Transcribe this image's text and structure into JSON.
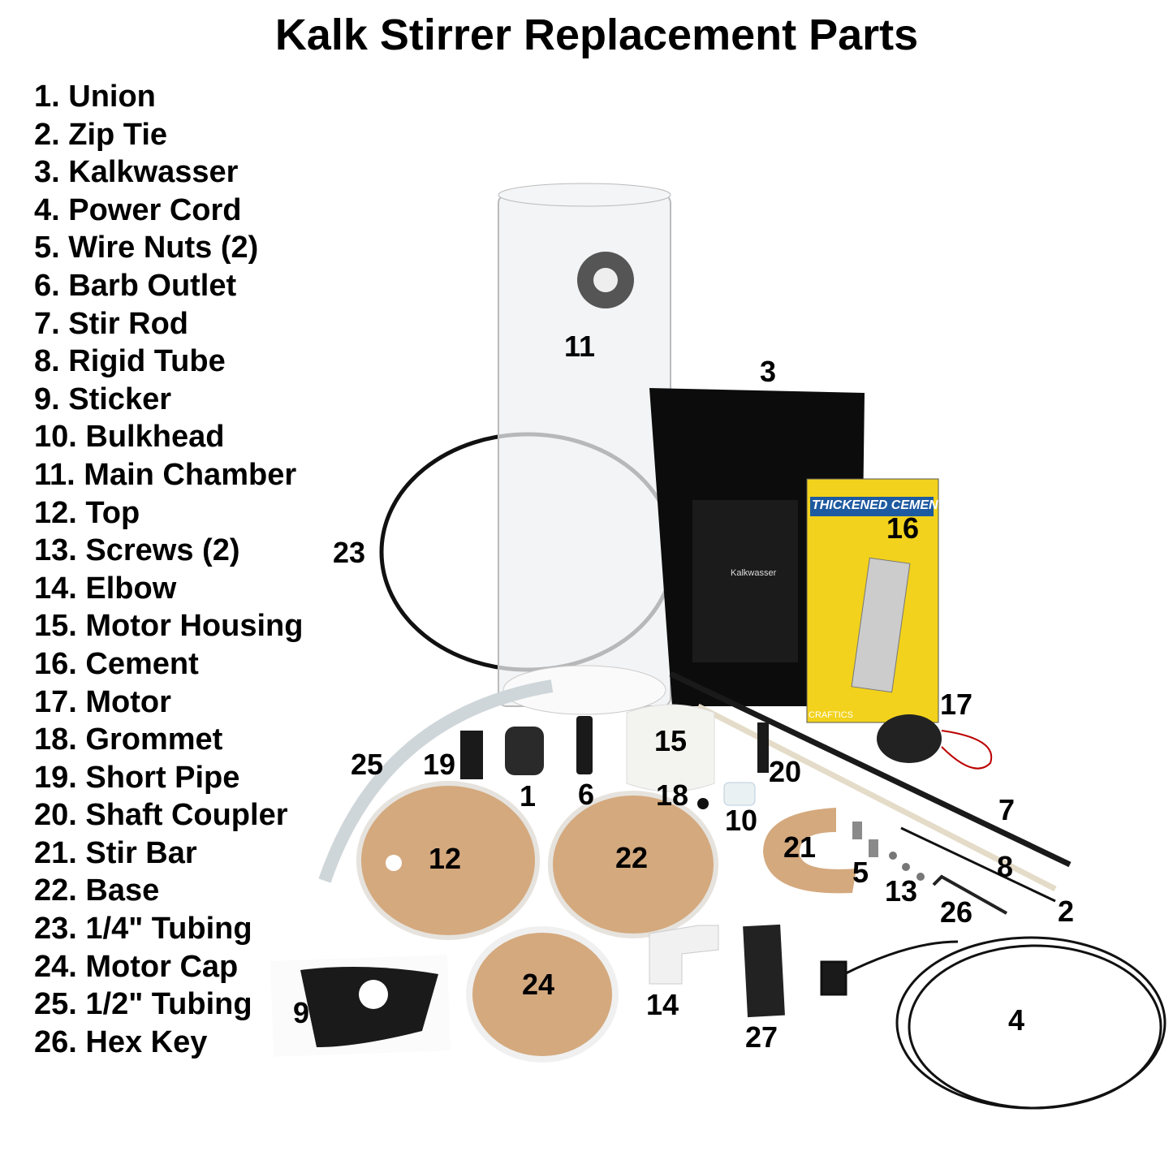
{
  "title": "Kalk Stirrer Replacement Parts",
  "parts": [
    "1. Union",
    "2. Zip Tie",
    "3. Kalkwasser",
    "4. Power Cord",
    "5. Wire Nuts (2)",
    "6. Barb Outlet",
    "7. Stir Rod",
    "8. Rigid Tube",
    "9. Sticker",
    "10. Bulkhead",
    "11. Main Chamber",
    "12. Top",
    "13. Screws (2)",
    "14. Elbow",
    "15. Motor Housing",
    "16. Cement",
    "17. Motor",
    "18. Grommet",
    "19. Short Pipe",
    "20. Shaft Coupler",
    "21. Stir Bar",
    "22. Base",
    "23. 1/4\" Tubing",
    "24. Motor Cap",
    "25. 1/2\" Tubing",
    "26. Hex Key"
  ],
  "callouts": {
    "c1": "1",
    "c2": "2",
    "c3": "3",
    "c4": "4",
    "c5": "5",
    "c6": "6",
    "c7": "7",
    "c8": "8",
    "c9": "9",
    "c10": "10",
    "c11": "11",
    "c12": "12",
    "c13": "13",
    "c14": "14",
    "c15": "15",
    "c16": "16",
    "c17": "17",
    "c18": "18",
    "c19": "19",
    "c20": "20",
    "c21": "21",
    "c22": "22",
    "c23": "23",
    "c24": "24",
    "c25": "25",
    "c26": "26",
    "c27": "27"
  },
  "product_text": {
    "bag_label": "Kalkwasser",
    "cement_title": "THICKENED CEMENT",
    "cement_number": "16",
    "cement_brand": "CRAFTICS"
  }
}
